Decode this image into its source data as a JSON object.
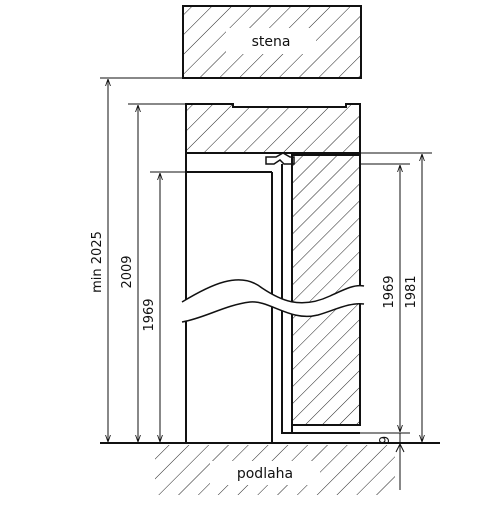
{
  "labels": {
    "wall": "stena",
    "floor": "podlaha"
  },
  "dimensions": {
    "opening_min_height": "min 2025",
    "frame_height": "2009",
    "frame_clear_height": "1969",
    "door_leaf_height": "1969",
    "door_leaf_outer_height": "1981",
    "floor_gap": "9"
  }
}
